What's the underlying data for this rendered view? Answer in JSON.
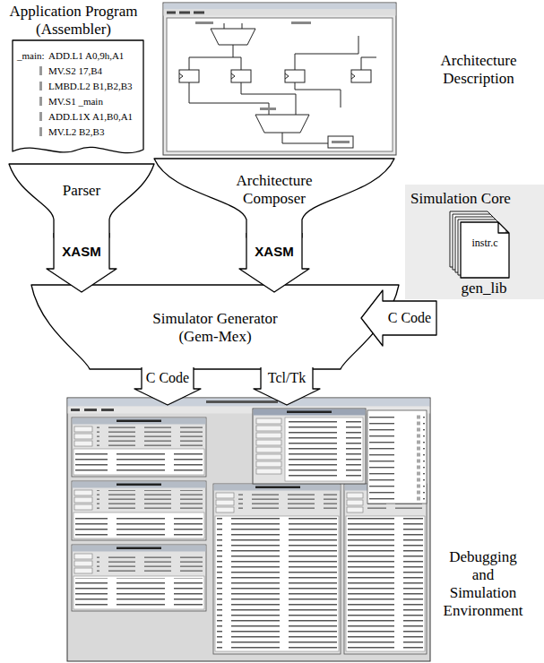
{
  "diagram": {
    "nodes": [
      {
        "text": [
          "_main:",
          "ADD.L1 A0,9h,A1",
          "MV.S2 17,B4",
          "LMBD.L2 B1,B2,B3",
          "MV.S1 _main",
          "ADD.L1X A1,B0,A1",
          "MV.L2 B2,B3"
        ]
      },
      {
        "text": [
          "Parser"
        ]
      },
      {
        "text": [
          "Architecture Composer"
        ]
      },
      {
        "text": [
          "XASM"
        ]
      },
      {
        "text": [
          "XASM"
        ]
      },
      {
        "text": [
          "Simulation Core",
          "gen_lib"
        ]
      },
      {
        "text": [
          "instr.c"
        ],
        "in": 5
      },
      {
        "text": [
          "C Code"
        ]
      },
      {
        "text": [
          "Simulator Generator (Gem-Mex)"
        ]
      },
      {
        "text": [
          "C Code"
        ]
      },
      {
        "text": [
          "Tcl/Tk"
        ]
      }
    ],
    "labels": [
      "Application Program (Assembler)",
      "Architecture Description",
      "Debugging and Simulation Environment"
    ]
  }
}
